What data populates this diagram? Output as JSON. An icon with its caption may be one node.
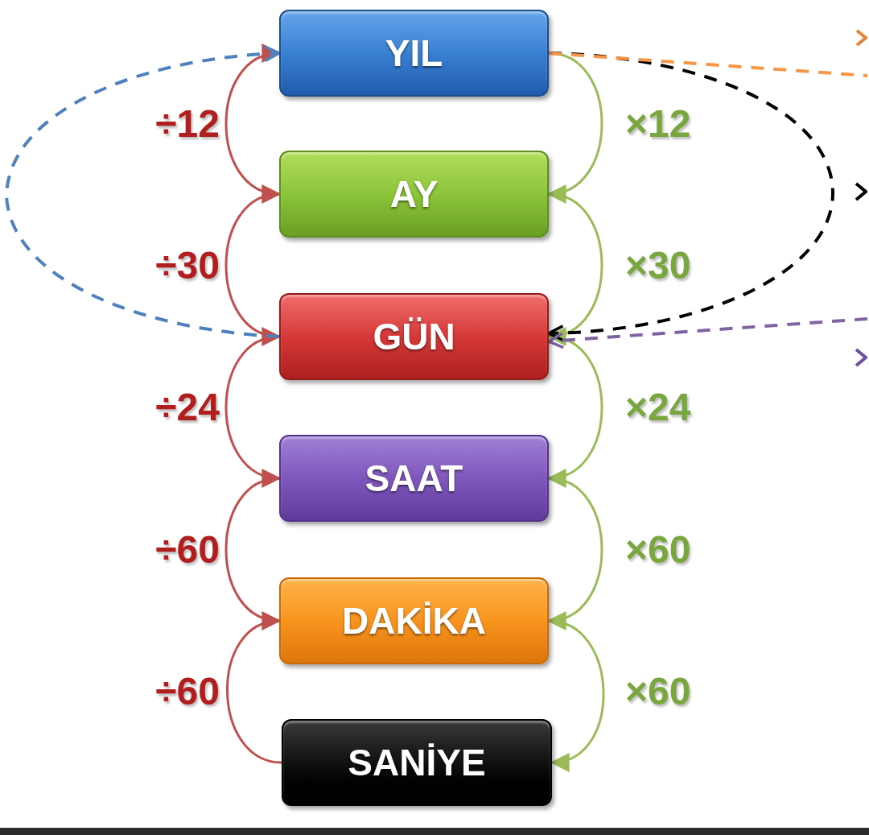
{
  "diagram": {
    "nodes": [
      {
        "text": [
          "YIL"
        ]
      },
      {
        "text": [
          "AY"
        ]
      },
      {
        "text": [
          "GÜN"
        ]
      },
      {
        "text": [
          "SAAT"
        ]
      },
      {
        "text": [
          "DAKİKA"
        ]
      },
      {
        "text": [
          "SANİYE"
        ]
      }
    ],
    "edges": [
      {
        "from": 1,
        "to": 0,
        "arrow": "to",
        "label": "÷12",
        "color": "#c0504d"
      },
      {
        "from": 0,
        "to": 1,
        "arrow": "to",
        "label": "×12",
        "color": "#9bbb59"
      },
      {
        "from": 2,
        "to": 1,
        "arrow": "to",
        "label": "÷30",
        "color": "#c0504d"
      },
      {
        "from": 1,
        "to": 2,
        "arrow": "to",
        "label": "×30",
        "color": "#9bbb59"
      },
      {
        "from": 3,
        "to": 2,
        "arrow": "to",
        "label": "÷24",
        "color": "#c0504d"
      },
      {
        "from": 2,
        "to": 3,
        "arrow": "to",
        "label": "×24",
        "color": "#9bbb59"
      },
      {
        "from": 4,
        "to": 3,
        "arrow": "to",
        "label": "÷60",
        "color": "#c0504d"
      },
      {
        "from": 3,
        "to": 4,
        "arrow": "to",
        "label": "×60",
        "color": "#9bbb59"
      },
      {
        "from": 5,
        "to": 4,
        "arrow": "to",
        "label": "÷60",
        "color": "#c0504d"
      },
      {
        "from": 4,
        "to": 5,
        "arrow": "to",
        "label": "×60",
        "color": "#9bbb59"
      },
      {
        "from": 2,
        "to": 0,
        "arrow": "to",
        "style": "dashed",
        "color": "#4f81bd"
      },
      {
        "from": 0,
        "to": 2,
        "arrow": "to",
        "style": "dashed",
        "color": "#000000"
      },
      {
        "from": 0,
        "to": null,
        "arrow": "none",
        "style": "dashed",
        "color": "#f79646"
      },
      {
        "from": null,
        "to": 2,
        "arrow": "to",
        "style": "dashed",
        "color": "#8064a2"
      }
    ]
  }
}
